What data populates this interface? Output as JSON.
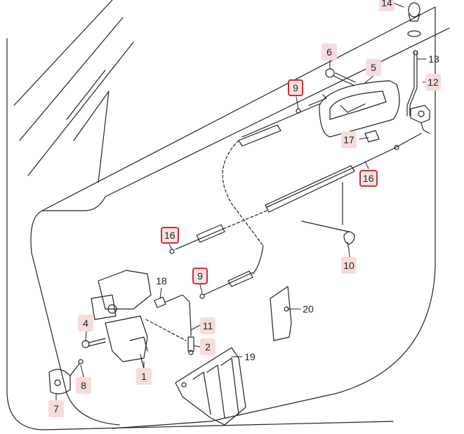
{
  "callouts": [
    {
      "id": "c14",
      "label": "14"
    },
    {
      "id": "c6",
      "label": "6"
    },
    {
      "id": "c5",
      "label": "5"
    },
    {
      "id": "c13",
      "label": "13"
    },
    {
      "id": "c12",
      "label": "12"
    },
    {
      "id": "c9a",
      "label": "9"
    },
    {
      "id": "c17",
      "label": "17"
    },
    {
      "id": "c16a",
      "label": "16"
    },
    {
      "id": "c16b",
      "label": "16"
    },
    {
      "id": "c10",
      "label": "10"
    },
    {
      "id": "c18",
      "label": "18"
    },
    {
      "id": "c9b",
      "label": "9"
    },
    {
      "id": "c20",
      "label": "20"
    },
    {
      "id": "c4",
      "label": "4"
    },
    {
      "id": "c11",
      "label": "11"
    },
    {
      "id": "c2",
      "label": "2"
    },
    {
      "id": "c19",
      "label": "19"
    },
    {
      "id": "c1",
      "label": "1"
    },
    {
      "id": "c8",
      "label": "8"
    },
    {
      "id": "c7",
      "label": "7"
    }
  ],
  "colors": {
    "line": "#222222",
    "callout_fill": "#f7dcdc",
    "callout_border": "#c9303b"
  }
}
